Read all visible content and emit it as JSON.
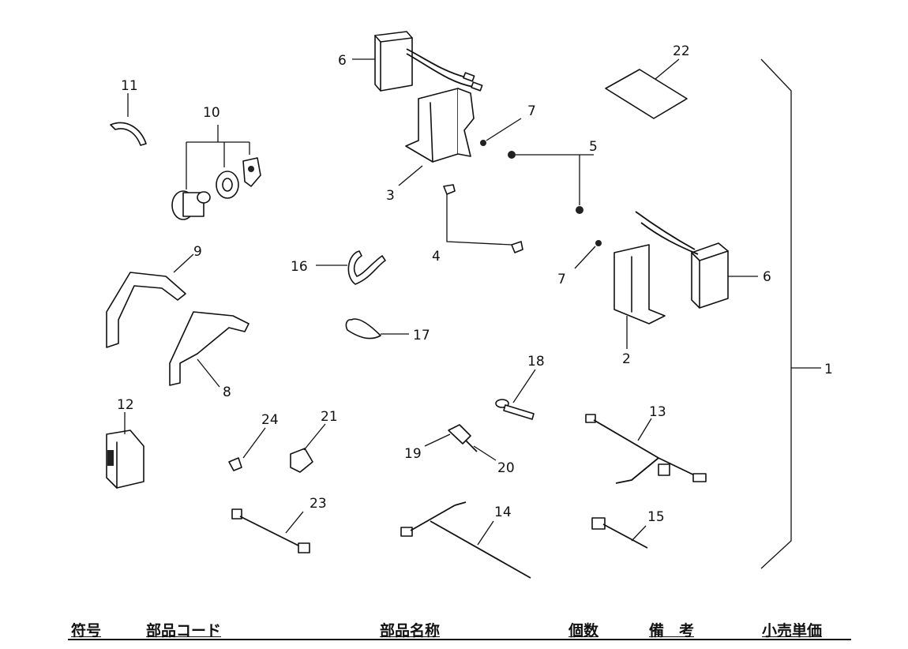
{
  "callouts": [
    "1",
    "2",
    "3",
    "4",
    "5",
    "6",
    "6",
    "7",
    "7",
    "8",
    "9",
    "10",
    "11",
    "12",
    "13",
    "14",
    "15",
    "16",
    "17",
    "18",
    "19",
    "20",
    "21",
    "22",
    "23",
    "24"
  ],
  "table_header": {
    "symbol": "符号",
    "part_code": "部品コード",
    "part_name": "部品名称",
    "quantity": "個数",
    "remarks": "備　考",
    "retail_price": "小売単価"
  }
}
